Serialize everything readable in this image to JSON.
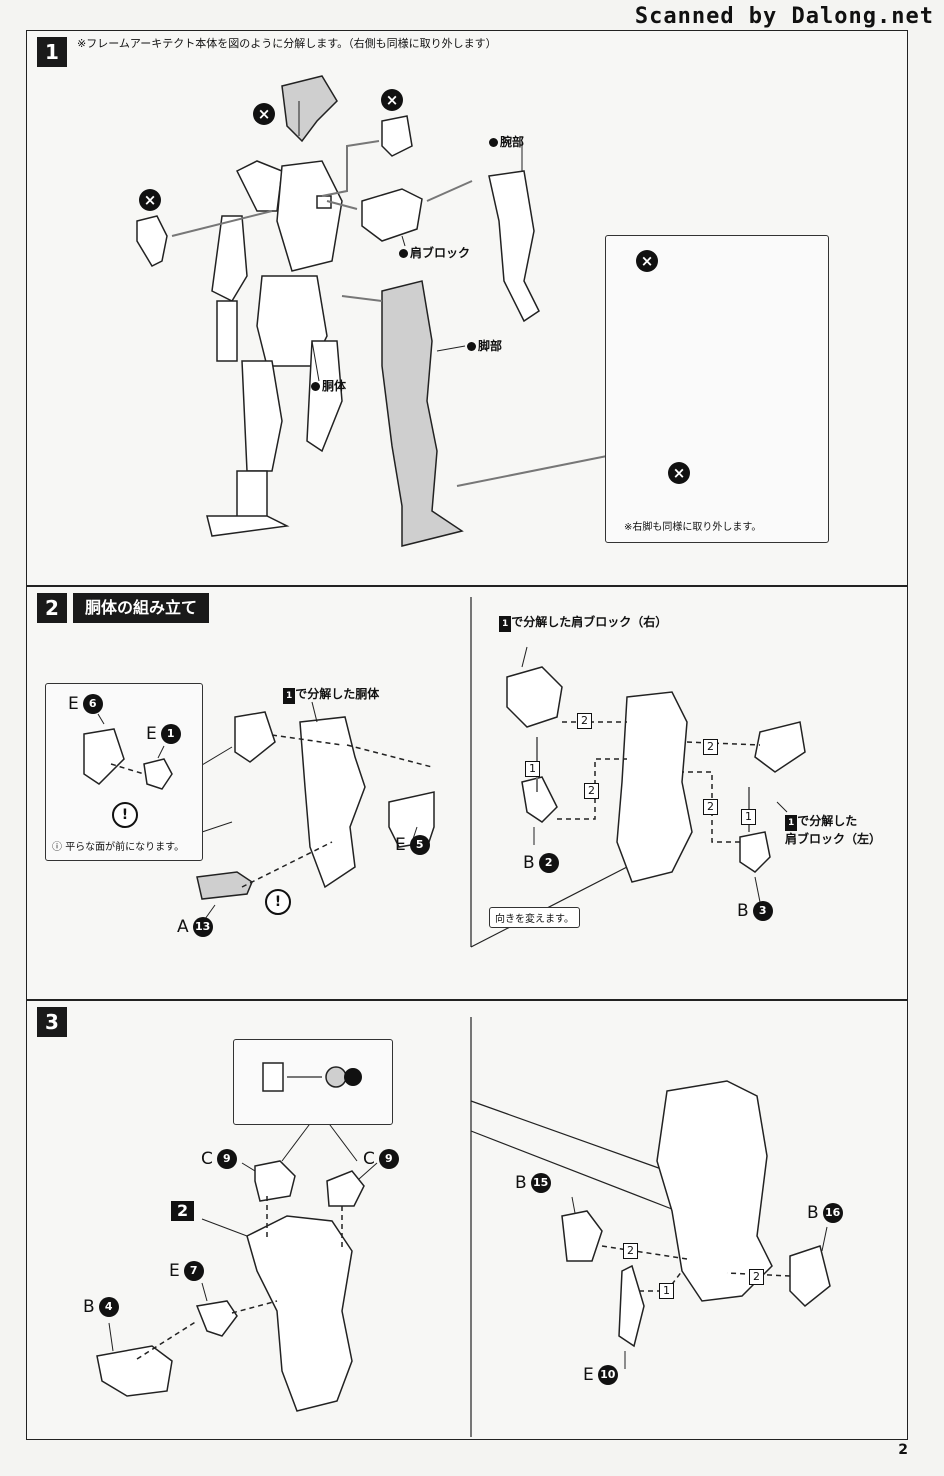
{
  "watermark": "Scanned by Dalong.net",
  "page_number": "2",
  "step1": {
    "number": "1",
    "note": "※フレームアーキテクト本体を図のように分解します。（右側も同様に取り外します）",
    "labels": {
      "arm": "腕部",
      "shoulder": "肩ブロック",
      "leg": "脚部",
      "torso": "胴体"
    },
    "inset_note": "※右脚も同様に取り外します。"
  },
  "step2": {
    "number": "2",
    "title": "胴体の組み立て",
    "label_torso": "で分解した胴体",
    "label_shoulder_r": "で分解した肩ブロック（右）",
    "label_shoulder_l_1": "で分解した",
    "label_shoulder_l_2": "肩ブロック（左）",
    "ref_step": "1",
    "inset_note": "平らな面が前になります。",
    "turn_note": "向きを変えます。",
    "parts": [
      {
        "letter": "E",
        "num": "6"
      },
      {
        "letter": "E",
        "num": "1"
      },
      {
        "letter": "E",
        "num": "5"
      },
      {
        "letter": "A",
        "num": "13"
      },
      {
        "letter": "B",
        "num": "2"
      },
      {
        "letter": "B",
        "num": "3"
      }
    ],
    "seq": [
      "1",
      "2"
    ]
  },
  "step3": {
    "number": "3",
    "ref_step": "2",
    "parts": [
      {
        "letter": "C",
        "num": "9"
      },
      {
        "letter": "C",
        "num": "9"
      },
      {
        "letter": "E",
        "num": "7"
      },
      {
        "letter": "B",
        "num": "4"
      },
      {
        "letter": "B",
        "num": "15"
      },
      {
        "letter": "B",
        "num": "16"
      },
      {
        "letter": "E",
        "num": "10"
      }
    ],
    "seq": [
      "1",
      "2"
    ]
  },
  "icons": {
    "remove": "x-circle-icon",
    "caution": "exclamation-circle-icon"
  }
}
